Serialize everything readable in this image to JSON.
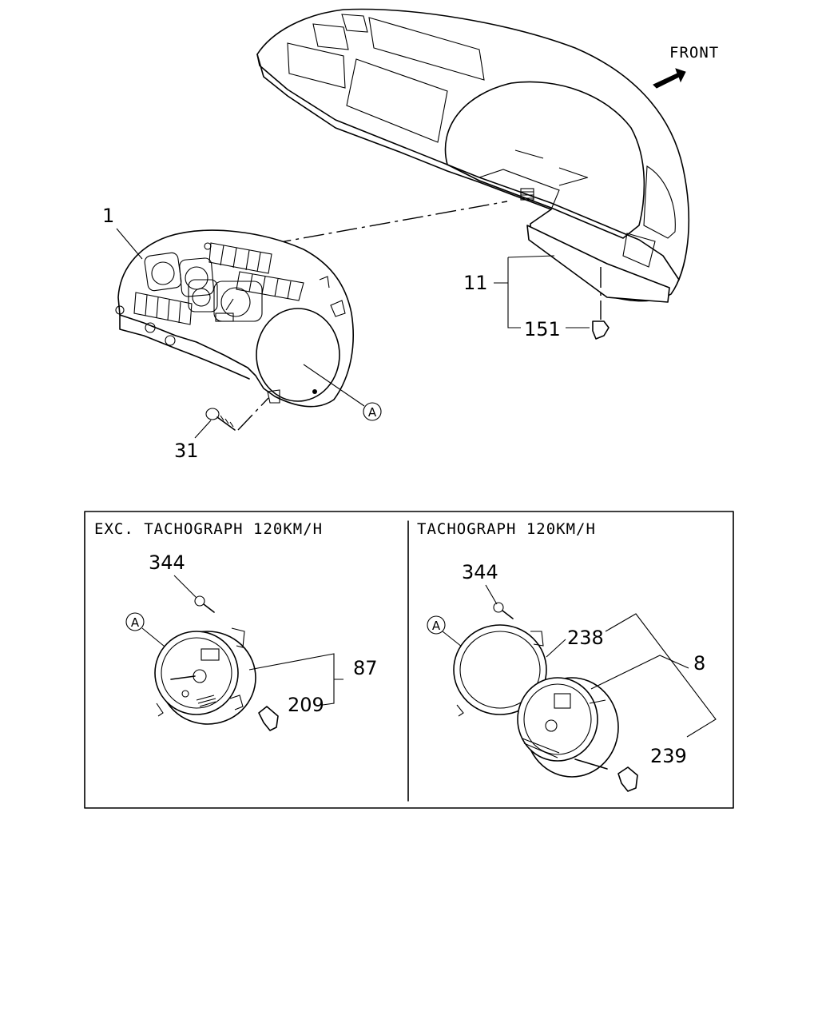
{
  "orientation": {
    "label": "FRONT",
    "icon": "arrow-icon"
  },
  "callouts": {
    "c1": "1",
    "c11": "11",
    "c151": "151",
    "c31": "31",
    "ref_a": "A"
  },
  "panels": {
    "left": {
      "caption": "EXC. TACHOGRAPH 120KM/H",
      "ref_a": "A",
      "c344": "344",
      "c87": "87",
      "c209": "209"
    },
    "right": {
      "caption": "TACHOGRAPH 120KM/H",
      "ref_a": "A",
      "c344": "344",
      "c238": "238",
      "c8": "8",
      "c239": "239"
    }
  }
}
